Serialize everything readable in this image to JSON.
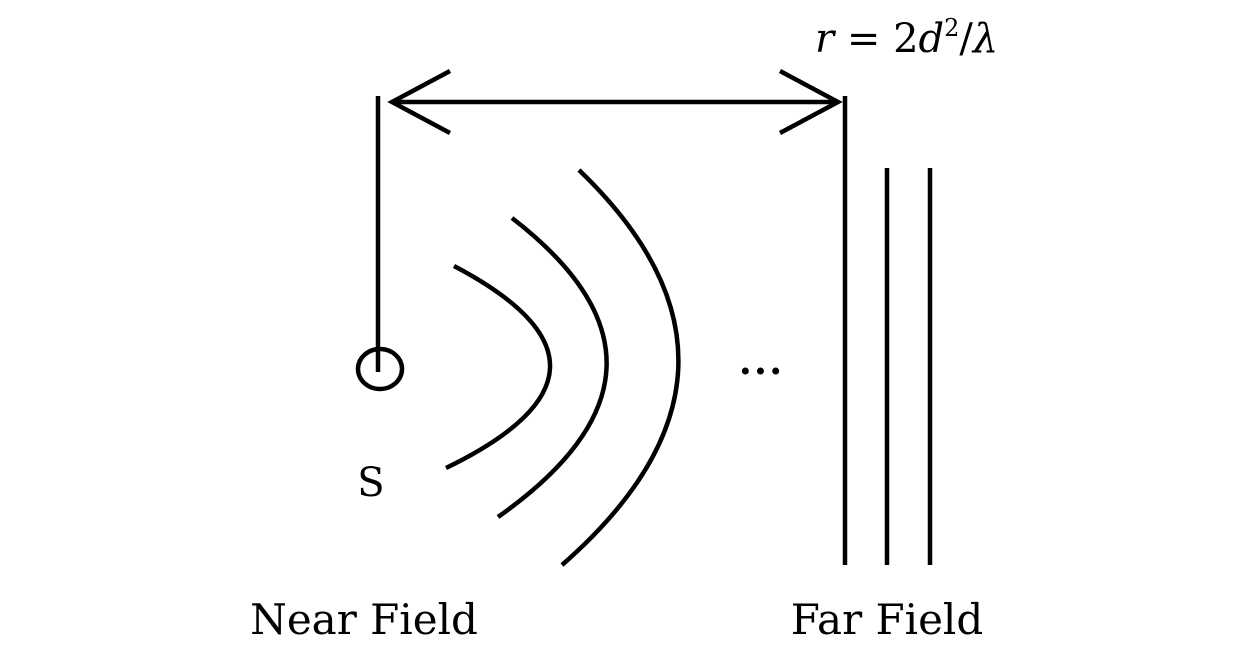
{
  "labels": {
    "source": "S",
    "near_field": "Near Field",
    "far_field": "Far Field",
    "ellipsis": "•••"
  },
  "formula": {
    "lhs": "r",
    "equals": " = ",
    "coefficient": "2",
    "variable": "d",
    "exponent": "2",
    "divider": "/",
    "denominator": "λ"
  }
}
